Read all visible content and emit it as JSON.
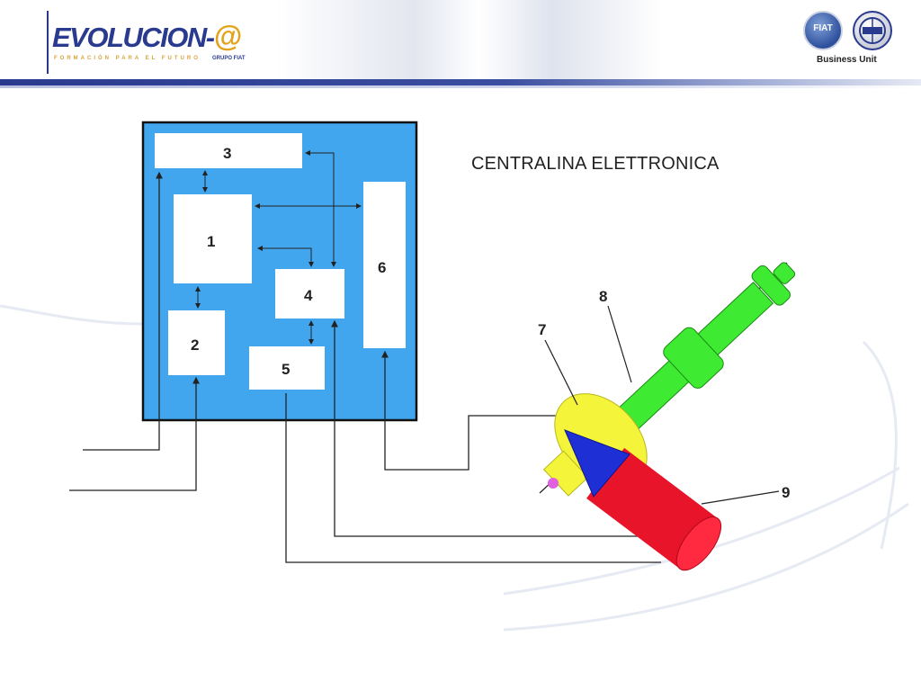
{
  "header": {
    "logo_text": "EVOLUCION-",
    "logo_at": "@",
    "logo_tagline": "FORMACIÓN PARA EL FUTURO",
    "logo_group": "GRUPO FIAT",
    "fiat_badge": "FIAT",
    "business_unit": "Business Unit"
  },
  "diagram": {
    "title": "CENTRALINA ELETTRONICA",
    "labels": {
      "block1": "1",
      "block2": "2",
      "block3": "3",
      "block4": "4",
      "block5": "5",
      "block6": "6",
      "part7": "7",
      "part8": "8",
      "part9": "9"
    },
    "colors": {
      "ecu_box": "#42a6ef",
      "sensor_yellow": "#f4f43a",
      "shaft_green": "#3eea32",
      "cone_blue": "#1f2fd6",
      "coil_red": "#e8142a"
    }
  }
}
